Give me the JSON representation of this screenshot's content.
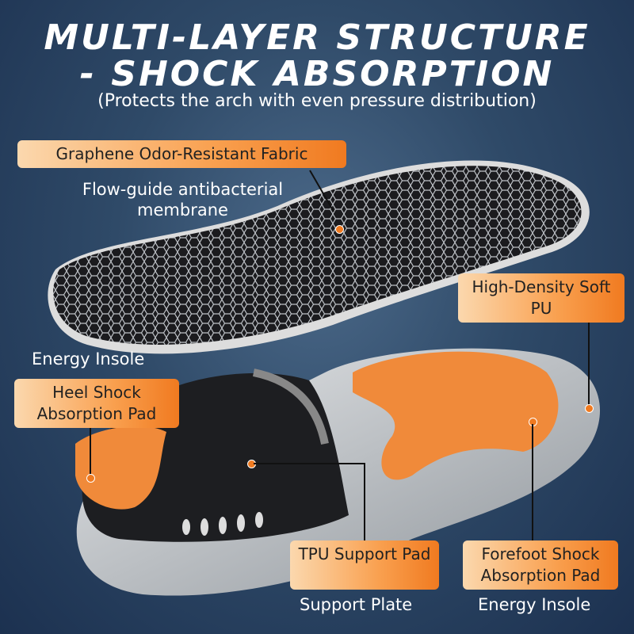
{
  "title": {
    "line1": "Multi-Layer Structure",
    "line2": "- Shock Absorption"
  },
  "subtitle": "(Protects the arch with even pressure distribution)",
  "labels": {
    "graphene": "Graphene Odor-Resistant Fabric",
    "membrane": "Flow-guide antibacterial membrane",
    "pu": "High-Density Soft PU",
    "energy_top": "Energy Insole",
    "heel": "Heel Shock Absorption Pad",
    "tpu": "TPU Support Pad",
    "support_plate": "Support Plate",
    "forefoot": "Forefoot Shock Absorption Pad",
    "energy_bottom": "Energy Insole"
  },
  "colors": {
    "accent": "#f07a20",
    "background": "#2f4a68"
  }
}
